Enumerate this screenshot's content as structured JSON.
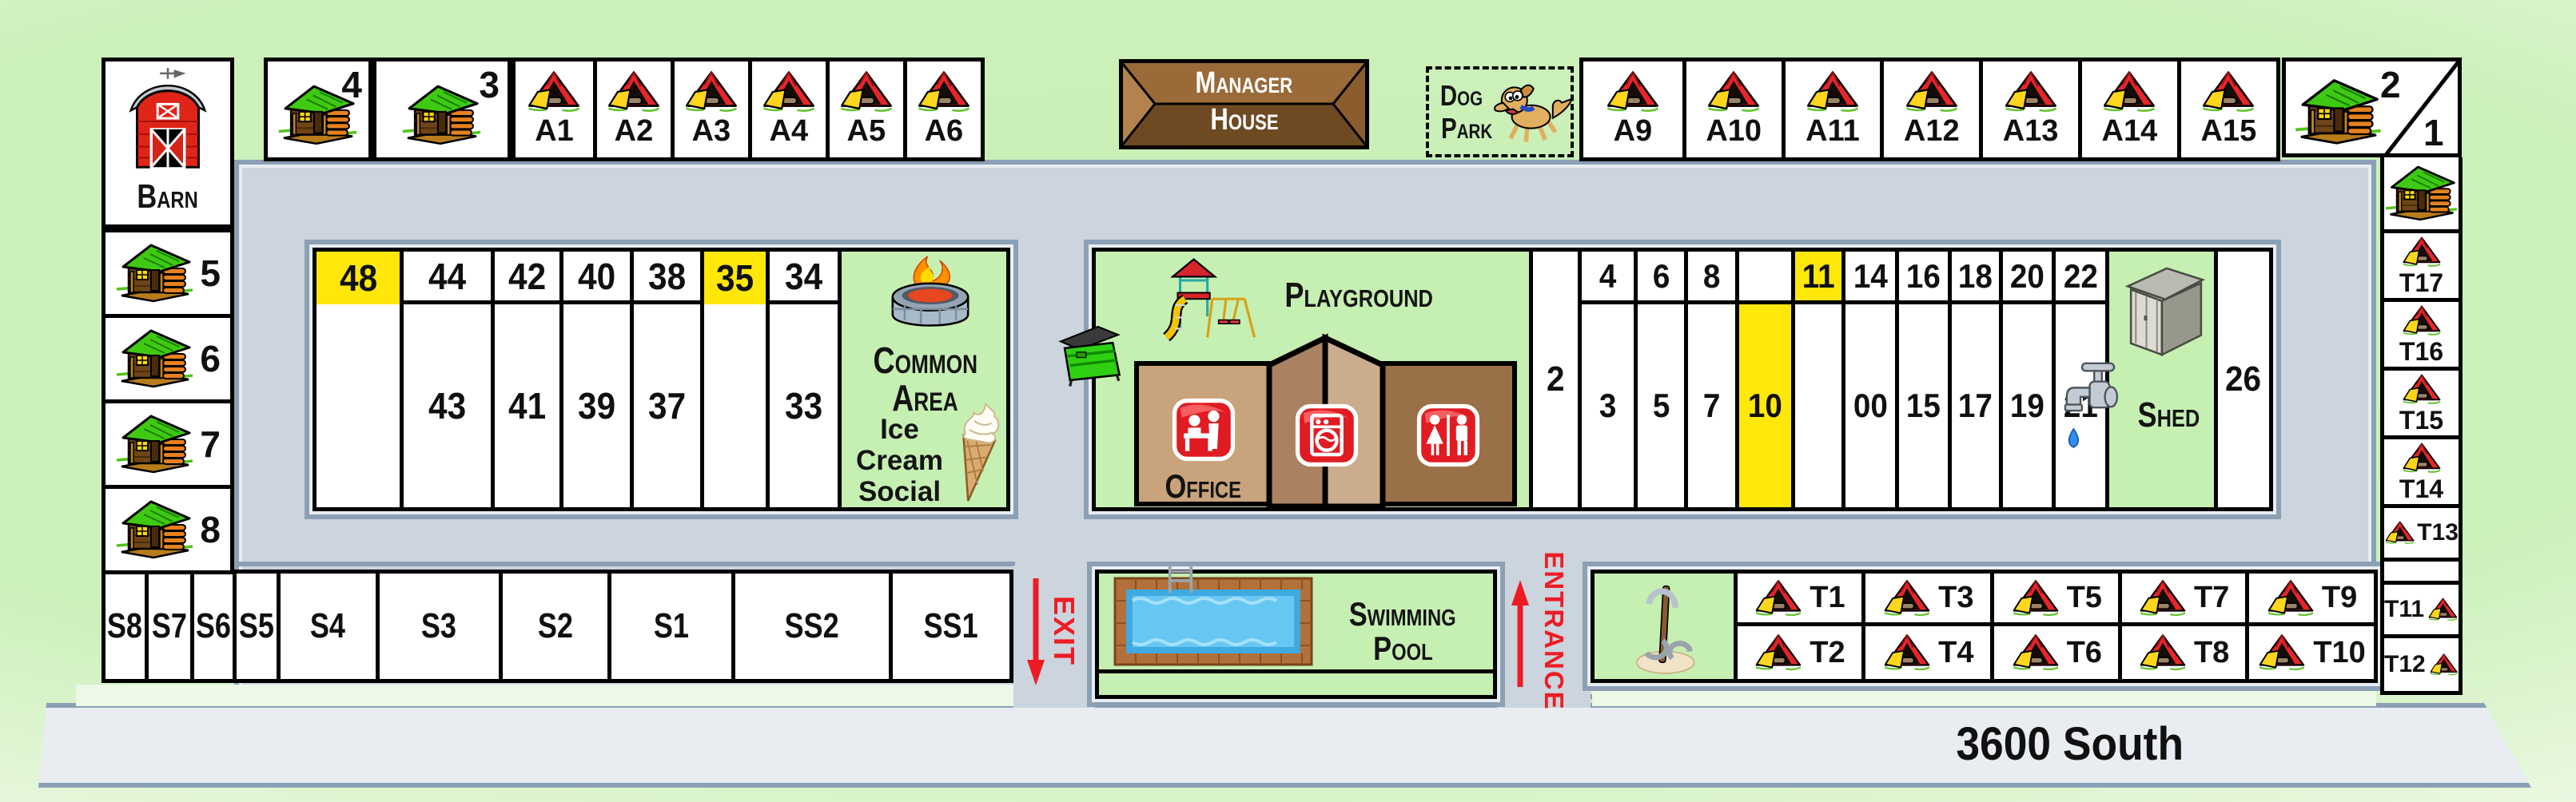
{
  "colors": {
    "background_green": "#c9efb6",
    "island_green": "#c6efb2",
    "road_gray": "#ccd4dd",
    "road_border": "#8ba0b5",
    "highlight_yellow": "#ffe70a",
    "tent_red": "#e7252b",
    "exit_red": "#ed1c24",
    "office_tan": "#c9a37b",
    "restroom_brown": "#9a7048",
    "manager_brown": "#9a6a38"
  },
  "icons": [
    "barn-icon",
    "log-cabin-icon",
    "tent-icon",
    "fire-pit-icon",
    "ice-cream-cone-icon",
    "playground-icon",
    "dumpster-icon",
    "office-sign-icon",
    "washing-machine-sign-icon",
    "restroom-sign-icon",
    "shed-icon",
    "water-faucet-icon",
    "dog-icon",
    "horseshoe-pit-icon",
    "pool-ladder-icon",
    "exit-arrow-icon",
    "entrance-arrow-icon"
  ],
  "barn": {
    "label": "Barn"
  },
  "top_cabins": {
    "c4": "4",
    "c3": "3"
  },
  "a_west": [
    "A1",
    "A2",
    "A3",
    "A4",
    "A5",
    "A6"
  ],
  "manager_house": {
    "line1": "Manager",
    "line2": "House"
  },
  "dog_park": {
    "line1": "Dog",
    "line2": "Park"
  },
  "a_east": [
    "A9",
    "A10",
    "A11",
    "A12",
    "A13",
    "A14",
    "A15"
  ],
  "corner": {
    "cabin2": "2",
    "site1": "1"
  },
  "left_cabins": [
    "5",
    "6",
    "7",
    "8"
  ],
  "island_a": {
    "top": [
      "48",
      "44",
      "42",
      "40",
      "38",
      "35",
      "34"
    ],
    "bottom": [
      "43",
      "41",
      "39",
      "37",
      "33"
    ],
    "common_line1": "Common",
    "common_line2": "Area",
    "social_line1": "Ice",
    "social_line2": "Cream",
    "social_line3": "Social"
  },
  "playground_label": "Playground",
  "office_label": "Office",
  "grid": {
    "west": "2",
    "top": [
      "4",
      "6",
      "8",
      "11",
      "14",
      "16",
      "18",
      "20",
      "22"
    ],
    "bottom": [
      "3",
      "5",
      "7",
      "10",
      "00",
      "15",
      "17",
      "19",
      "21"
    ],
    "shed": "Shed",
    "east": "26"
  },
  "right_column": {
    "t17": "T17",
    "t16": "T16",
    "t15": "T15",
    "t14": "T14",
    "t13": "T13",
    "t11": "T11",
    "t12": "T12"
  },
  "s_row": [
    "S8",
    "S7",
    "S6",
    "S5",
    "S4",
    "S3",
    "S2",
    "S1",
    "SS2",
    "SS1"
  ],
  "exit_label": "EXIT",
  "entrance_label": "ENTRANCE",
  "pool": {
    "line1": "Swimming",
    "line2": "Pool"
  },
  "t_grid": {
    "top": [
      "T1",
      "T3",
      "T5",
      "T7",
      "T9"
    ],
    "bottom": [
      "T2",
      "T4",
      "T6",
      "T8",
      "T10"
    ]
  },
  "road_name": "3600 South"
}
